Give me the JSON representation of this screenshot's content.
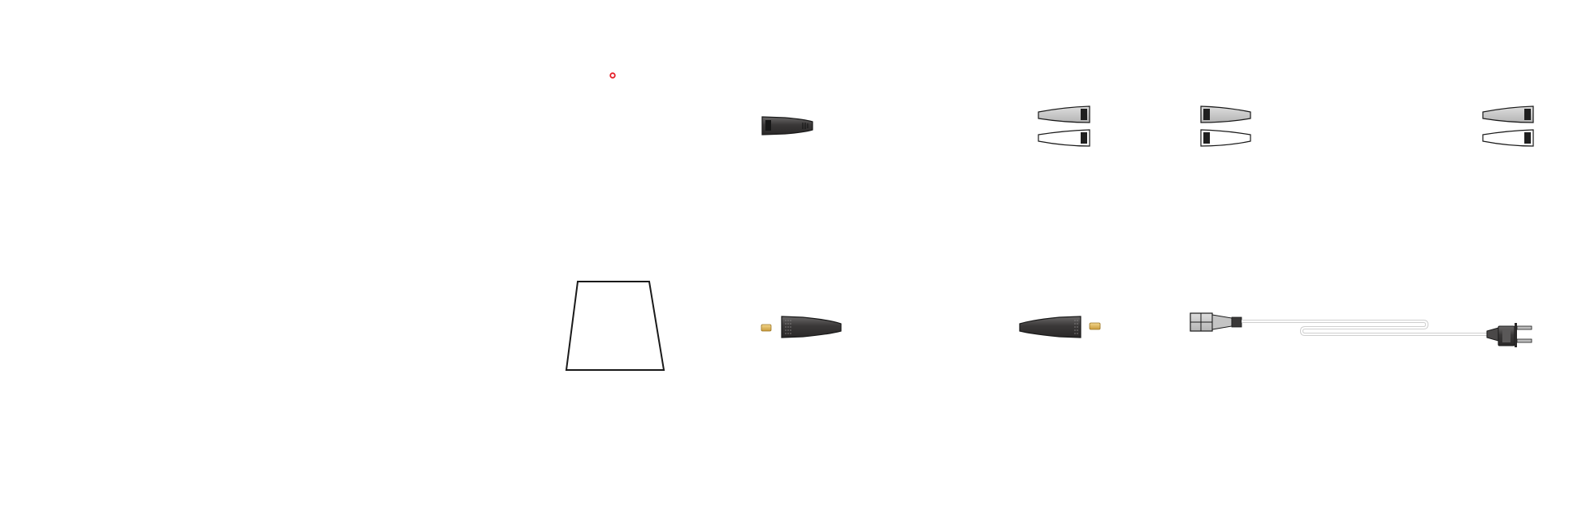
{
  "colors": {
    "background": "#ffffff",
    "outline": "#1a1a1a",
    "dark_body": "#3a3838",
    "grey_body": "#c4c4c4",
    "white_body": "#ffffff",
    "brass": "#e2b95a",
    "marker_red": "#e5202a"
  },
  "items": [
    {
      "id": "marker",
      "icon": "red-dot-icon"
    },
    {
      "id": "trapezoid",
      "icon": "trapezoid-outline"
    },
    {
      "id": "dark-connector",
      "icon": "dark-connector-icon"
    },
    {
      "id": "grey-white-pair-a",
      "icon": "connector-pair-icon"
    },
    {
      "id": "grey-white-pair-b",
      "icon": "connector-pair-icon"
    },
    {
      "id": "grey-white-pair-c",
      "icon": "connector-pair-icon"
    },
    {
      "id": "barrel-plug-left",
      "icon": "barrel-plug-icon"
    },
    {
      "id": "barrel-plug-right",
      "icon": "barrel-plug-icon"
    },
    {
      "id": "power-cord",
      "icon": "power-cord-icon"
    }
  ]
}
